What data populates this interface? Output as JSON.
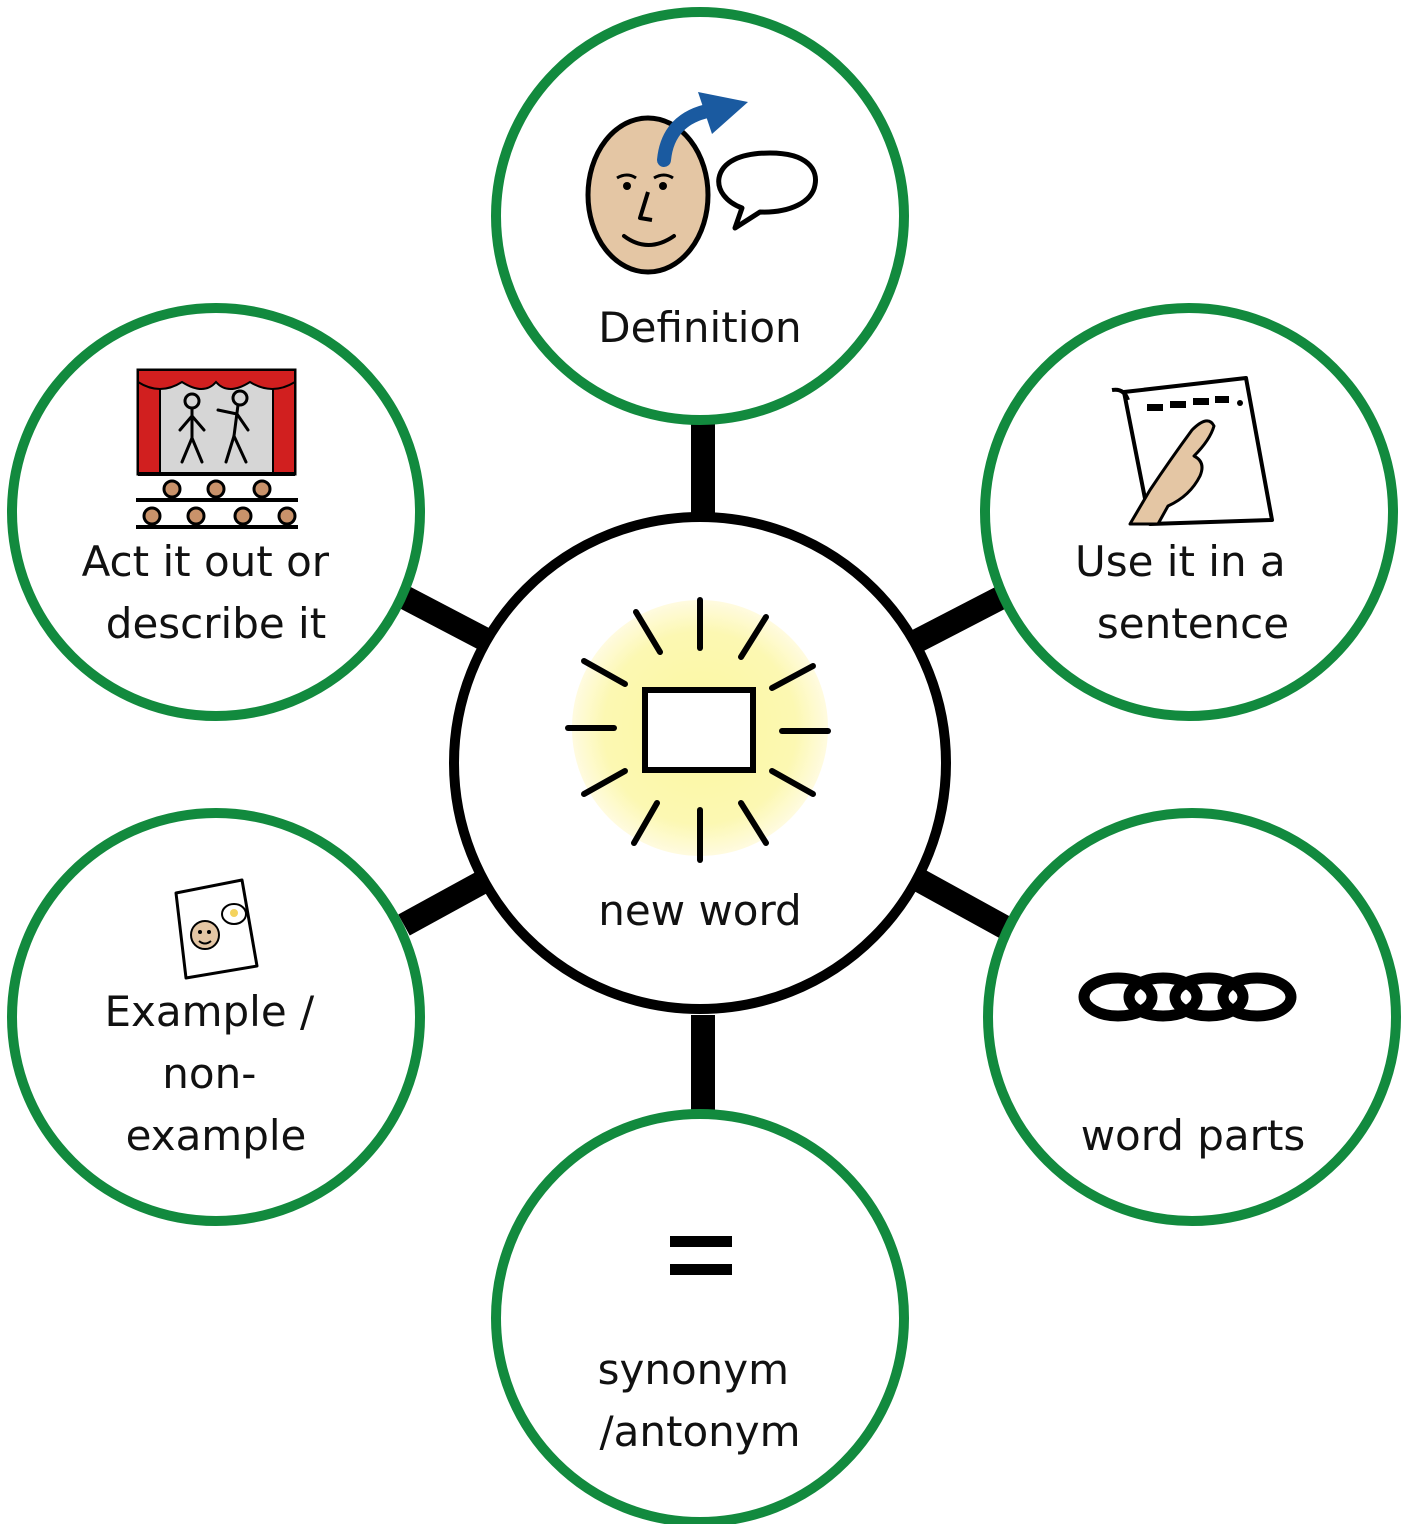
{
  "center": {
    "label": "new word"
  },
  "nodes": {
    "definition": {
      "lines": [
        "Definition"
      ]
    },
    "act": {
      "lines": [
        "Act it out or",
        "describe it"
      ]
    },
    "sentence": {
      "lines": [
        "Use it in a",
        "sentence"
      ]
    },
    "example": {
      "lines": [
        "Example /",
        "non-",
        "example"
      ]
    },
    "parts": {
      "lines": [
        "word parts"
      ]
    },
    "synonym": {
      "lines": [
        "synonym",
        "/antonym"
      ]
    }
  },
  "colors": {
    "node_border": "#128a3e",
    "center_border": "#000000",
    "connector": "#000000",
    "glow": "#fbf7a0"
  },
  "icons": {
    "definition": "face-speech-icon",
    "act": "theatre-stage-icon",
    "sentence": "pointing-at-text-icon",
    "example": "thinking-card-icon",
    "parts": "linked-rings-icon",
    "synonym": "equals-icon",
    "center": "glowing-box-icon"
  }
}
